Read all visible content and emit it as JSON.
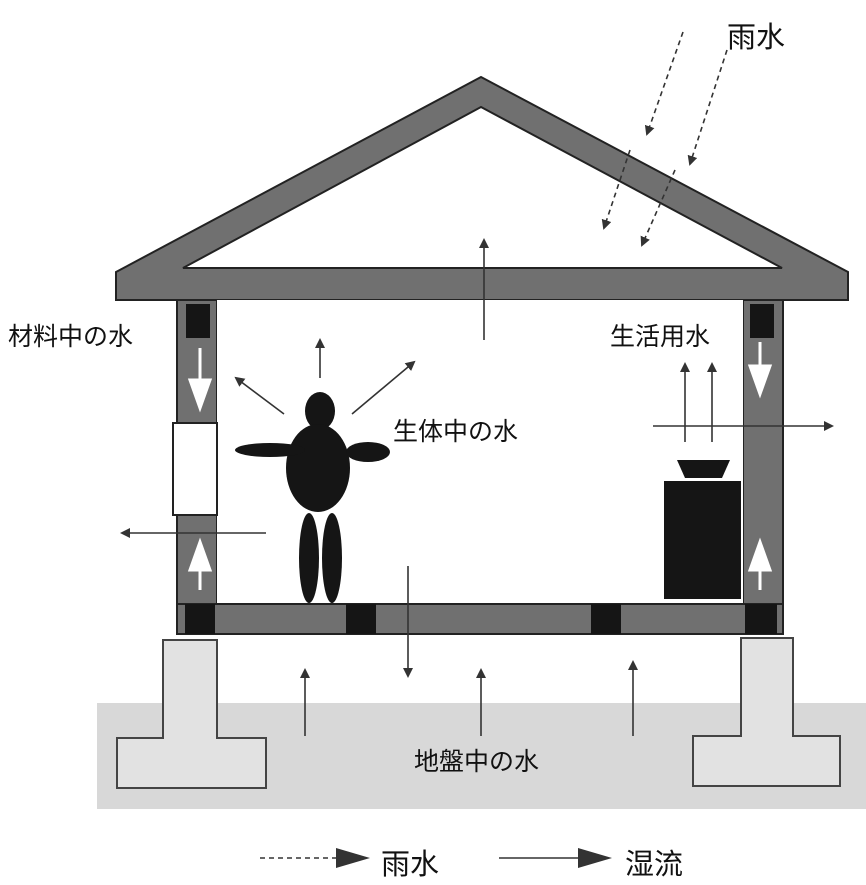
{
  "labels": {
    "rainwater": "雨水",
    "material_water": "材料中の水",
    "living_water": "生活用水",
    "body_water": "生体中の水",
    "ground_water": "地盤中の水"
  },
  "legend": {
    "rain": "雨水",
    "moisture_flow": "湿流"
  },
  "colors": {
    "structure": "#707070",
    "ground": "#d8d8d8",
    "footing": "#e0e0e0",
    "dark": "#151515",
    "arrow": "#333333"
  },
  "icons": {
    "person": "person-icon",
    "appliance": "water-appliance-icon"
  }
}
